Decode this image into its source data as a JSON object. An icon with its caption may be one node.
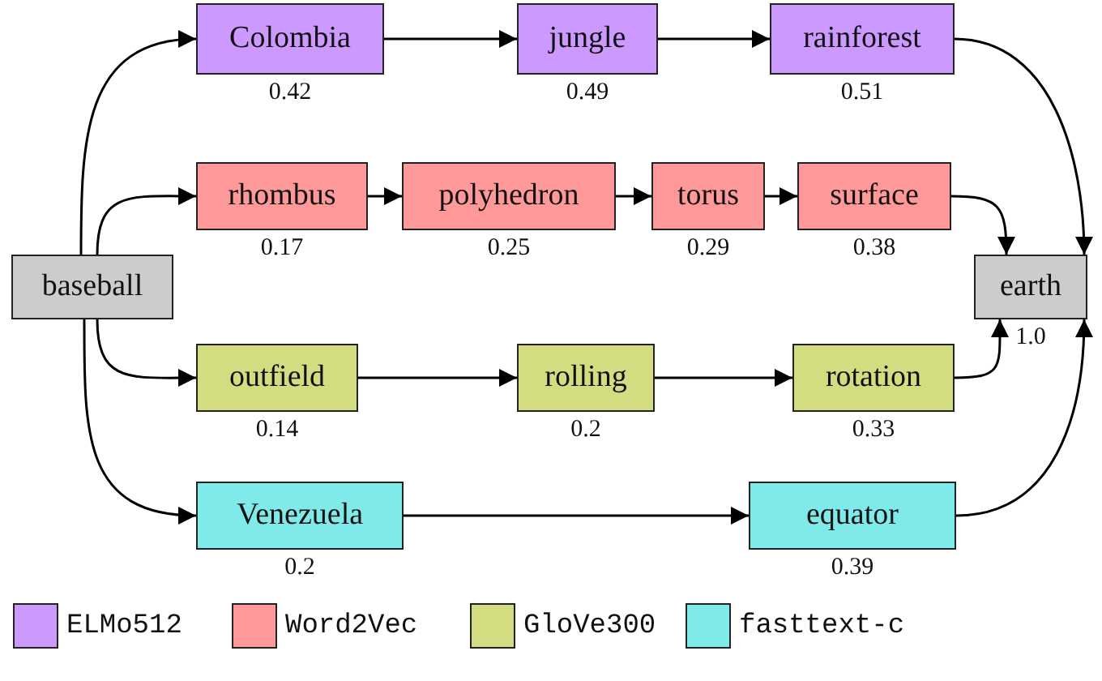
{
  "diagram": {
    "nodes": [
      {
        "text": [
          "baseball"
        ]
      },
      {
        "text": [
          "Colombia"
        ],
        "beside": [
          "0.42"
        ]
      },
      {
        "text": [
          "jungle"
        ],
        "beside": [
          "0.49"
        ]
      },
      {
        "text": [
          "rainforest"
        ],
        "beside": [
          "0.51"
        ]
      },
      {
        "text": [
          "rhombus"
        ],
        "beside": [
          "0.17"
        ]
      },
      {
        "text": [
          "polyhedron"
        ],
        "beside": [
          "0.25"
        ]
      },
      {
        "text": [
          "torus"
        ],
        "beside": [
          "0.29"
        ]
      },
      {
        "text": [
          "surface"
        ],
        "beside": [
          "0.38"
        ]
      },
      {
        "text": [
          "earth"
        ],
        "beside": [
          "1.0"
        ]
      },
      {
        "text": [
          "outfield"
        ],
        "beside": [
          "0.14"
        ]
      },
      {
        "text": [
          "rolling"
        ],
        "beside": [
          "0.2"
        ]
      },
      {
        "text": [
          "rotation"
        ],
        "beside": [
          "0.33"
        ]
      },
      {
        "text": [
          "Venezuela"
        ],
        "beside": [
          "0.2"
        ]
      },
      {
        "text": [
          "equator"
        ],
        "beside": [
          "0.39"
        ]
      }
    ],
    "edges": [
      {
        "from": 0,
        "to": 1,
        "arrow": "to"
      },
      {
        "from": 1,
        "to": 2,
        "arrow": "to"
      },
      {
        "from": 2,
        "to": 3,
        "arrow": "to"
      },
      {
        "from": 3,
        "to": 8,
        "arrow": "to"
      },
      {
        "from": 0,
        "to": 4,
        "arrow": "to"
      },
      {
        "from": 4,
        "to": 5,
        "arrow": "to"
      },
      {
        "from": 5,
        "to": 6,
        "arrow": "to"
      },
      {
        "from": 6,
        "to": 7,
        "arrow": "to"
      },
      {
        "from": 7,
        "to": 8,
        "arrow": "to"
      },
      {
        "from": 0,
        "to": 9,
        "arrow": "to"
      },
      {
        "from": 9,
        "to": 10,
        "arrow": "to"
      },
      {
        "from": 10,
        "to": 11,
        "arrow": "to"
      },
      {
        "from": 11,
        "to": 8,
        "arrow": "to"
      },
      {
        "from": 0,
        "to": 12,
        "arrow": "to"
      },
      {
        "from": 12,
        "to": 13,
        "arrow": "to"
      },
      {
        "from": 13,
        "to": 8,
        "arrow": "to"
      }
    ],
    "legend": [
      {
        "text": "ELMo512",
        "color": "#cc99ff"
      },
      {
        "text": "Word2Vec",
        "color": "#ff9999"
      },
      {
        "text": "GloVe300",
        "color": "#d3dc80"
      },
      {
        "text": "fasttext-c",
        "color": "#80eaea"
      }
    ]
  }
}
